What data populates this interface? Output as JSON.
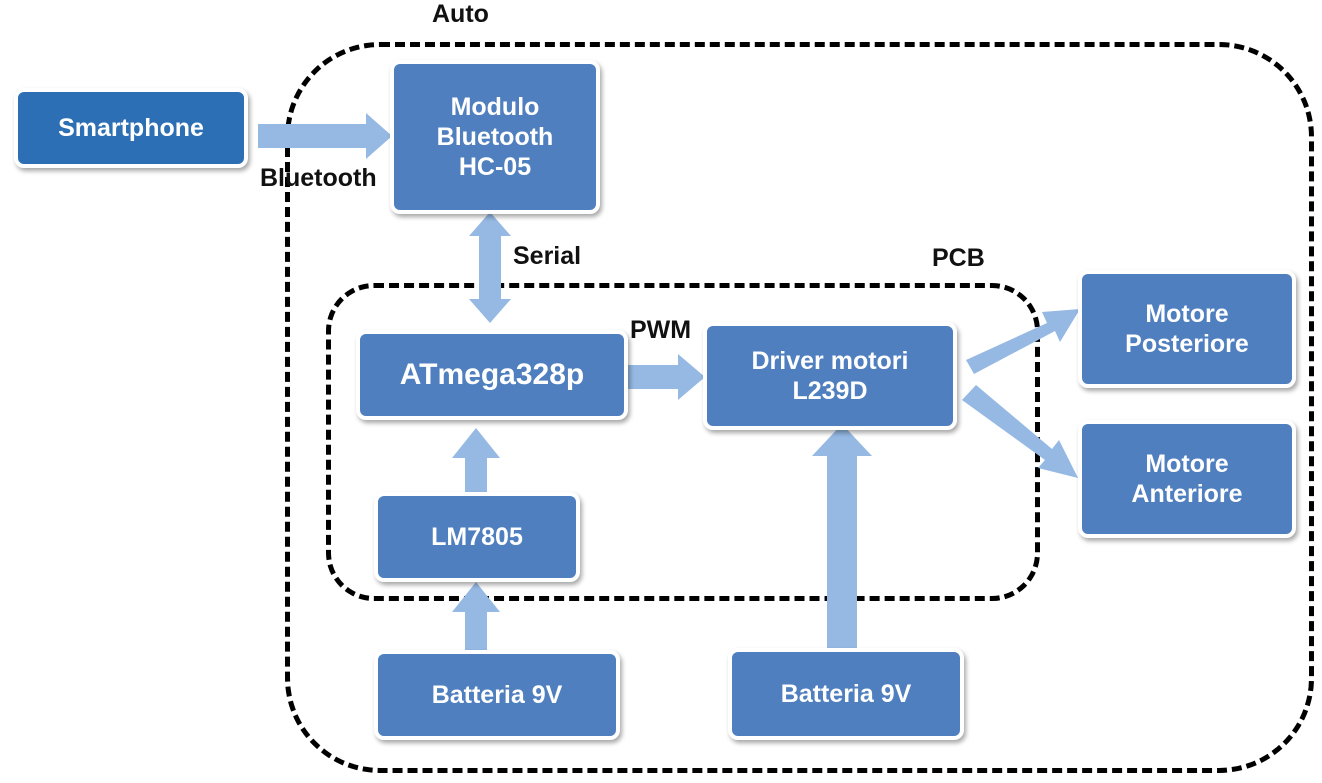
{
  "diagram": {
    "groups": {
      "auto": "Auto",
      "pcb": "PCB"
    },
    "nodes": {
      "smartphone": "Smartphone",
      "bluetooth_module": "Modulo\nBluetooth\nHC-05",
      "mcu": "ATmega328p",
      "motor_driver": "Driver motori\nL239D",
      "regulator": "LM7805",
      "battery_left": "Batteria 9V",
      "battery_right": "Batteria 9V",
      "motor_rear": "Motore\nPosteriore",
      "motor_front": "Motore\nAnteriore"
    },
    "edges": {
      "bluetooth": "Bluetooth",
      "serial": "Serial",
      "pwm": "PWM"
    },
    "colors": {
      "block": "#4f7fbf",
      "block_smartphone": "#2d6fb4",
      "arrow": "#95b9e3",
      "boundary": "#000000"
    }
  }
}
